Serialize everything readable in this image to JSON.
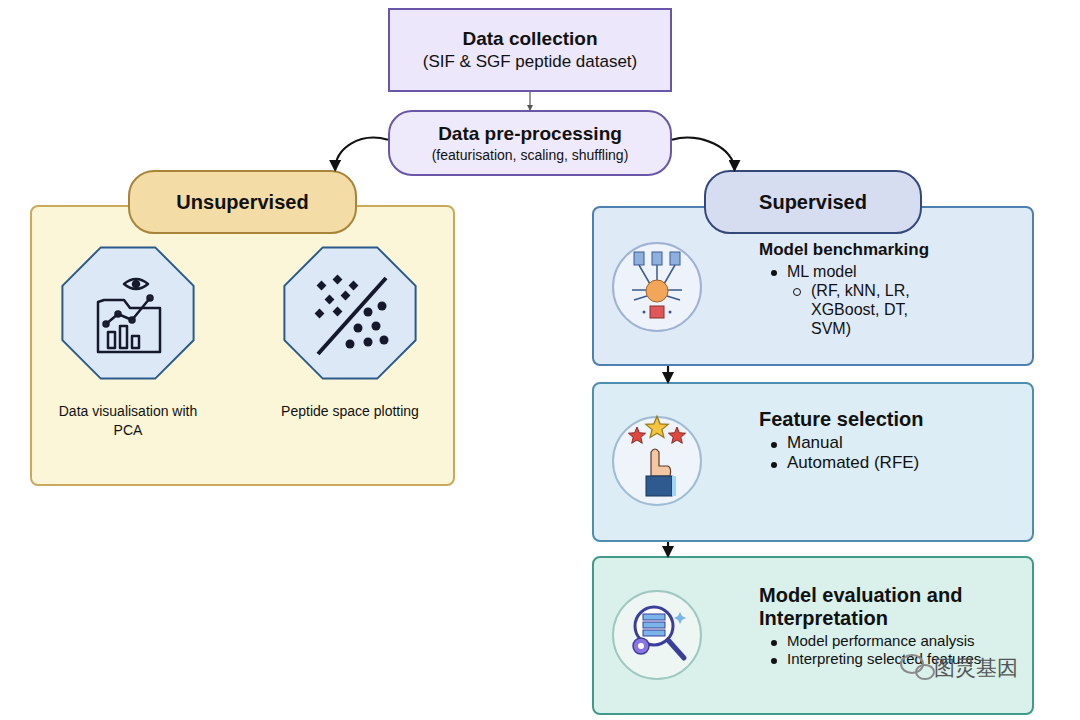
{
  "diagram": {
    "nodes": [
      {
        "text": [
          "Data collection",
          "(SIF & SGF peptide dataset)"
        ]
      },
      {
        "text": [
          "Data pre-processing",
          "(featurisation, scaling, shuffling)"
        ]
      },
      {
        "text": [
          "Unsupervised"
        ]
      },
      {
        "text": [
          "Data visualisation with PCA"
        ],
        "in": 2
      },
      {
        "text": [
          "Peptide space plotting"
        ],
        "in": 2
      },
      {
        "text": [
          "Supervised"
        ]
      },
      {
        "text": [
          "Model benchmarking",
          "ML model",
          "(RF, kNN, LR, XGBoost, DT, SVM)"
        ]
      },
      {
        "text": [
          "Feature selection",
          "Manual",
          "Automated (RFE)"
        ]
      },
      {
        "text": [
          "Model evaluation and Interpretation",
          "Model performance analysis",
          "Interpreting selected features"
        ]
      }
    ],
    "edges": [
      {
        "from": 0,
        "to": 1,
        "arrow": "to"
      },
      {
        "from": 1,
        "to": 2,
        "arrow": "to"
      },
      {
        "from": 1,
        "to": 5,
        "arrow": "to"
      },
      {
        "from": 6,
        "to": 7,
        "arrow": "to"
      },
      {
        "from": 7,
        "to": 8,
        "arrow": "to"
      }
    ],
    "labels": [
      "图灵基因"
    ]
  }
}
